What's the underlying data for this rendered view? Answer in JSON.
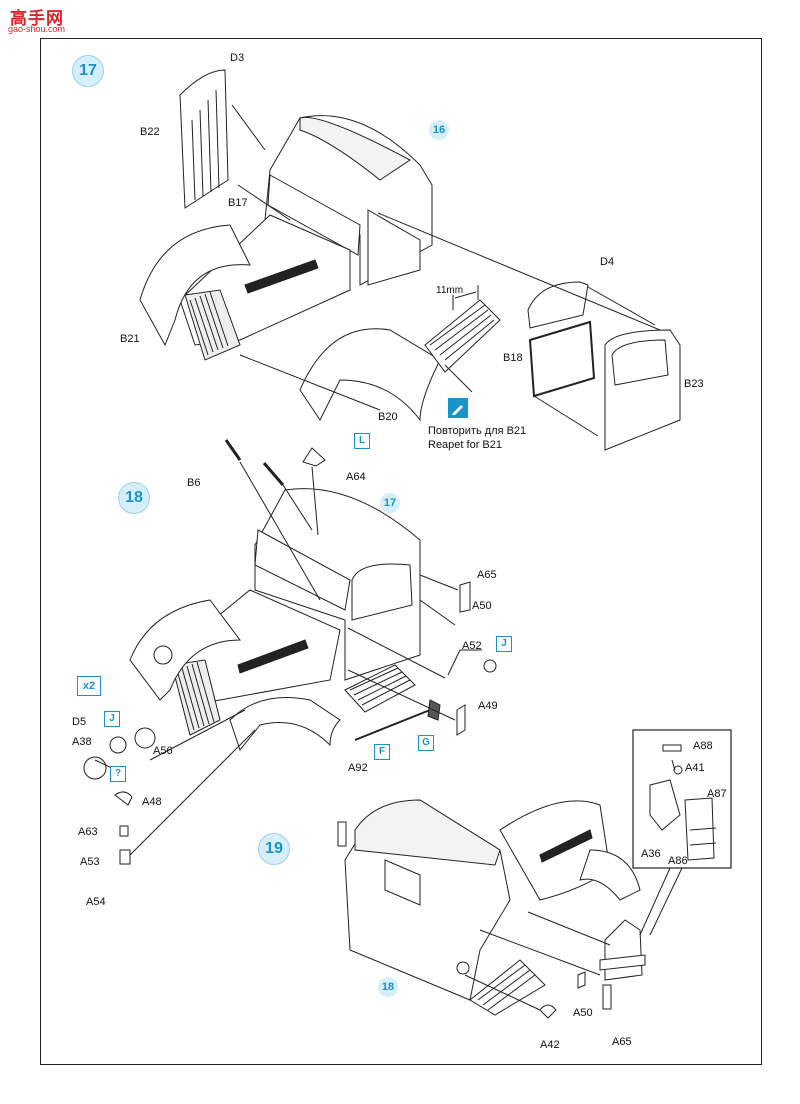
{
  "watermark": {
    "title": "高手网",
    "url": "gao-shou.com"
  },
  "steps": {
    "s17": "17",
    "s18": "18",
    "s19": "19"
  },
  "refs": {
    "r16": "16",
    "r17": "17",
    "r18": "18"
  },
  "step17": {
    "labels": {
      "D3": "D3",
      "B22": "B22",
      "B17": "B17",
      "B21": "B21",
      "B20": "B20",
      "B18": "B18",
      "D4": "D4",
      "B23": "B23",
      "dim": "11mm"
    },
    "note_ru": "Повторить для B21",
    "note_en": "Reapet for B21"
  },
  "step18": {
    "labels": {
      "B6": "B6",
      "A64": "A64",
      "A65": "A65",
      "A50": "A50",
      "A52": "A52",
      "A49": "A49",
      "A92": "A92",
      "D5": "D5",
      "A38": "A38",
      "A56": "A56",
      "A48": "A48",
      "A63": "A63",
      "A53": "A53",
      "A54": "A54"
    },
    "tags": {
      "L": "L",
      "J1": "J",
      "J2": "J",
      "F": "F",
      "G": "G",
      "Q": "?"
    },
    "multiplier": "x2"
  },
  "step19": {
    "labels": {
      "A88": "A88",
      "A41": "A41",
      "A87": "A87",
      "A36": "A36",
      "A86": "A86",
      "A50": "A50",
      "A42": "A42",
      "A65": "A65"
    }
  },
  "colors": {
    "accent": "#1a93c8",
    "accent_bg": "#d6eef8",
    "watermark": "#d9262b",
    "line": "#222222"
  }
}
